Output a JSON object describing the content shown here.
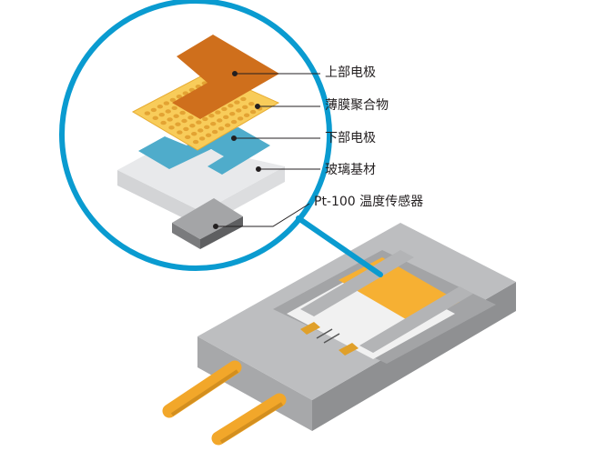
{
  "labels": {
    "top_electrode": "上部电极",
    "polymer_film": "薄膜聚合物",
    "bottom_electrode": "下部电极",
    "glass_substrate": "玻璃基材",
    "pt100_sensor": "Pt-100 温度传感器"
  },
  "colors": {
    "callout_circle": "#0a9bd0",
    "top_electrode": "#cf6f1c",
    "polymer_film": "#f8cc5a",
    "bottom_electrode": "#4faccb",
    "glass": "#e8e9eb",
    "housing": "#bdbec0",
    "pins": "#f2a72a"
  }
}
